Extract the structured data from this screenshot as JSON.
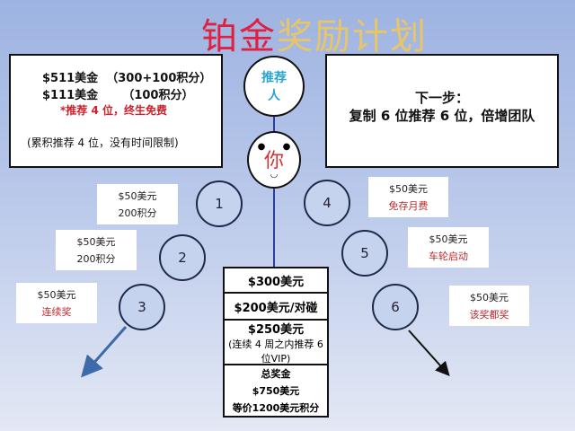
{
  "title": {
    "part1": "铂金",
    "part2": "奖励计划"
  },
  "left_box": {
    "line1": "$511美金  （300+100积分）",
    "line2": "$111美金      （100积分）",
    "line3": "*推荐 4 位，终生免费",
    "line4": "(累积推荐 4 位，没有时间限制)"
  },
  "right_box": {
    "line1": "下一步：",
    "line2": "复制 6 位推荐 6 位，倍增团队"
  },
  "referrer": "推荐人",
  "you": "你",
  "nodes": [
    {
      "num": "1",
      "amount": "$50美元",
      "note": "200积分"
    },
    {
      "num": "2",
      "amount": "$50美元",
      "note": "200积分"
    },
    {
      "num": "3",
      "amount": "$50美元",
      "note": "连续奖"
    },
    {
      "num": "4",
      "amount": "$50美元",
      "note": "免存月费"
    },
    {
      "num": "5",
      "amount": "$50美元",
      "note": "车轮启动"
    },
    {
      "num": "6",
      "amount": "$50美元",
      "note": "该奖都奖"
    }
  ],
  "center": {
    "row1": "$300美元",
    "row2": "$200美元/对碰",
    "row3_amount": "$250美元",
    "row3_note": "(连续 4 周之内推荐 6 位VIP)",
    "row4_title": "总奖金",
    "row4_amount": "$750美元",
    "row4_equiv": "等价1200美元积分"
  }
}
